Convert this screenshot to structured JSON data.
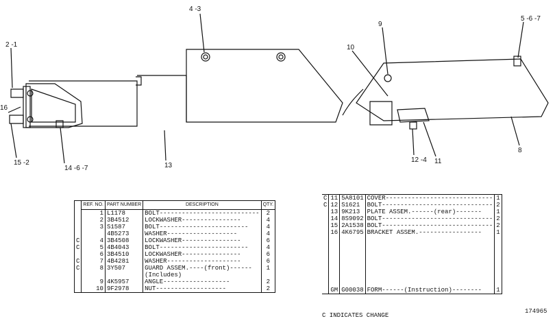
{
  "callouts": [
    "4 -3",
    "5 -6 -7",
    "2 -1",
    "9",
    "10",
    "16",
    "15 -2",
    "14 -6 -7",
    "13",
    "12 -4",
    "11",
    "8"
  ],
  "left_table": {
    "headers": [
      "REF. NO.",
      "PART NUMBER",
      "DESCRIPTION",
      "QTY."
    ],
    "rows": [
      {
        "c": "",
        "ref": "1",
        "pn": "L1178",
        "desc": "BOLT---------------------------",
        "qty": "2"
      },
      {
        "c": "",
        "ref": "2",
        "pn": "3B4512",
        "desc": "LOCKWASHER----------------",
        "qty": "4"
      },
      {
        "c": "",
        "ref": "3",
        "pn": "S1587",
        "desc": "BOLT------------------------",
        "qty": "4"
      },
      {
        "c": "",
        "ref": "",
        "pn": "4B5273",
        "desc": "WASHER-------------------",
        "qty": "4"
      },
      {
        "c": "C",
        "ref": "4",
        "pn": "3B4508",
        "desc": "LOCKWASHER----------------",
        "qty": "6"
      },
      {
        "c": "C",
        "ref": "5",
        "pn": "4B4043",
        "desc": "BOLT------------------------",
        "qty": "4"
      },
      {
        "c": "",
        "ref": "6",
        "pn": "3B4510",
        "desc": "LOCKWASHER----------------",
        "qty": "6"
      },
      {
        "c": "C",
        "ref": "7",
        "pn": "4B4281",
        "desc": "WASHER--------------------",
        "qty": "6"
      },
      {
        "c": "C",
        "ref": "8",
        "pn": "3Y507",
        "desc": "GUARD ASSEM.----(front)------",
        "qty": "1"
      },
      {
        "c": "",
        "ref": "",
        "pn": "",
        "desc": "  (Includes)",
        "qty": ""
      },
      {
        "c": "",
        "ref": "9",
        "pn": "4K5957",
        "desc": "   ANGLE------------------",
        "qty": "2"
      },
      {
        "c": "",
        "ref": "10",
        "pn": "9F2978",
        "desc": "   NUT-------------------",
        "qty": "2"
      }
    ]
  },
  "right_table": {
    "rows": [
      {
        "c": "C",
        "ref": "11",
        "pn": "5A8101",
        "desc": "COVER-----------------------------",
        "qty": "1"
      },
      {
        "c": "C",
        "ref": "12",
        "pn": "S1621",
        "desc": "BOLT------------------------------",
        "qty": "2"
      },
      {
        "c": "",
        "ref": "13",
        "pn": "9K213",
        "desc": "PLATE ASSEM.------(rear)-------",
        "qty": "1"
      },
      {
        "c": "",
        "ref": "14",
        "pn": "8S9092",
        "desc": "BOLT------------------------------",
        "qty": "2"
      },
      {
        "c": "",
        "ref": "15",
        "pn": "2A1538",
        "desc": "BOLT------------------------------",
        "qty": "2"
      },
      {
        "c": "",
        "ref": "16",
        "pn": "4K6795",
        "desc": "BRACKET ASSEM.-----------------",
        "qty": "1"
      }
    ],
    "form_row": {
      "ref": "GM",
      "pn": "G00038",
      "desc": "FORM------(Instruction)--------",
      "qty": "1"
    }
  },
  "footnote": "C INDICATES CHANGE",
  "drawing_number": "174965"
}
